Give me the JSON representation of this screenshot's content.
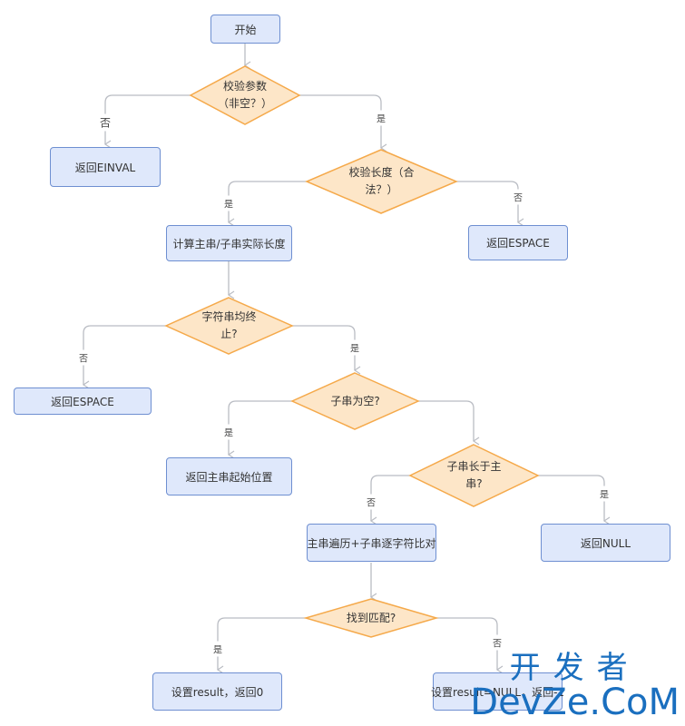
{
  "nodes": {
    "start": "开始",
    "check_params": "校验参数\n（非空？）",
    "return_einval": "返回EINVAL",
    "check_length": "校验长度（合\n法？）",
    "return_espace_1": "返回ESPACE",
    "calc_length": "计算主串/子串实际长度",
    "strings_terminated": "字符串均终\n止?",
    "return_espace_2": "返回ESPACE",
    "substr_empty": "子串为空?",
    "return_main_start": "返回主串起始位置",
    "substr_longer": "子串长于主\n串?",
    "return_null": "返回NULL",
    "traverse_compare": "主串遍历+子串逐字符比对",
    "found_match": "找到匹配?",
    "set_result_0": "设置result，返回0",
    "set_result_null": "设置result=NULL，返回-1"
  },
  "edge_labels": {
    "yes": "是",
    "no": "否"
  },
  "colors": {
    "process_fill": "#dfe8fb",
    "process_border": "#6e8fd1",
    "decision_fill": "#fde6c8",
    "decision_border": "#f5a94a",
    "connector": "#b9bcc3"
  },
  "watermark": {
    "line1": "开发者",
    "line2": "DevZe.CoM"
  }
}
